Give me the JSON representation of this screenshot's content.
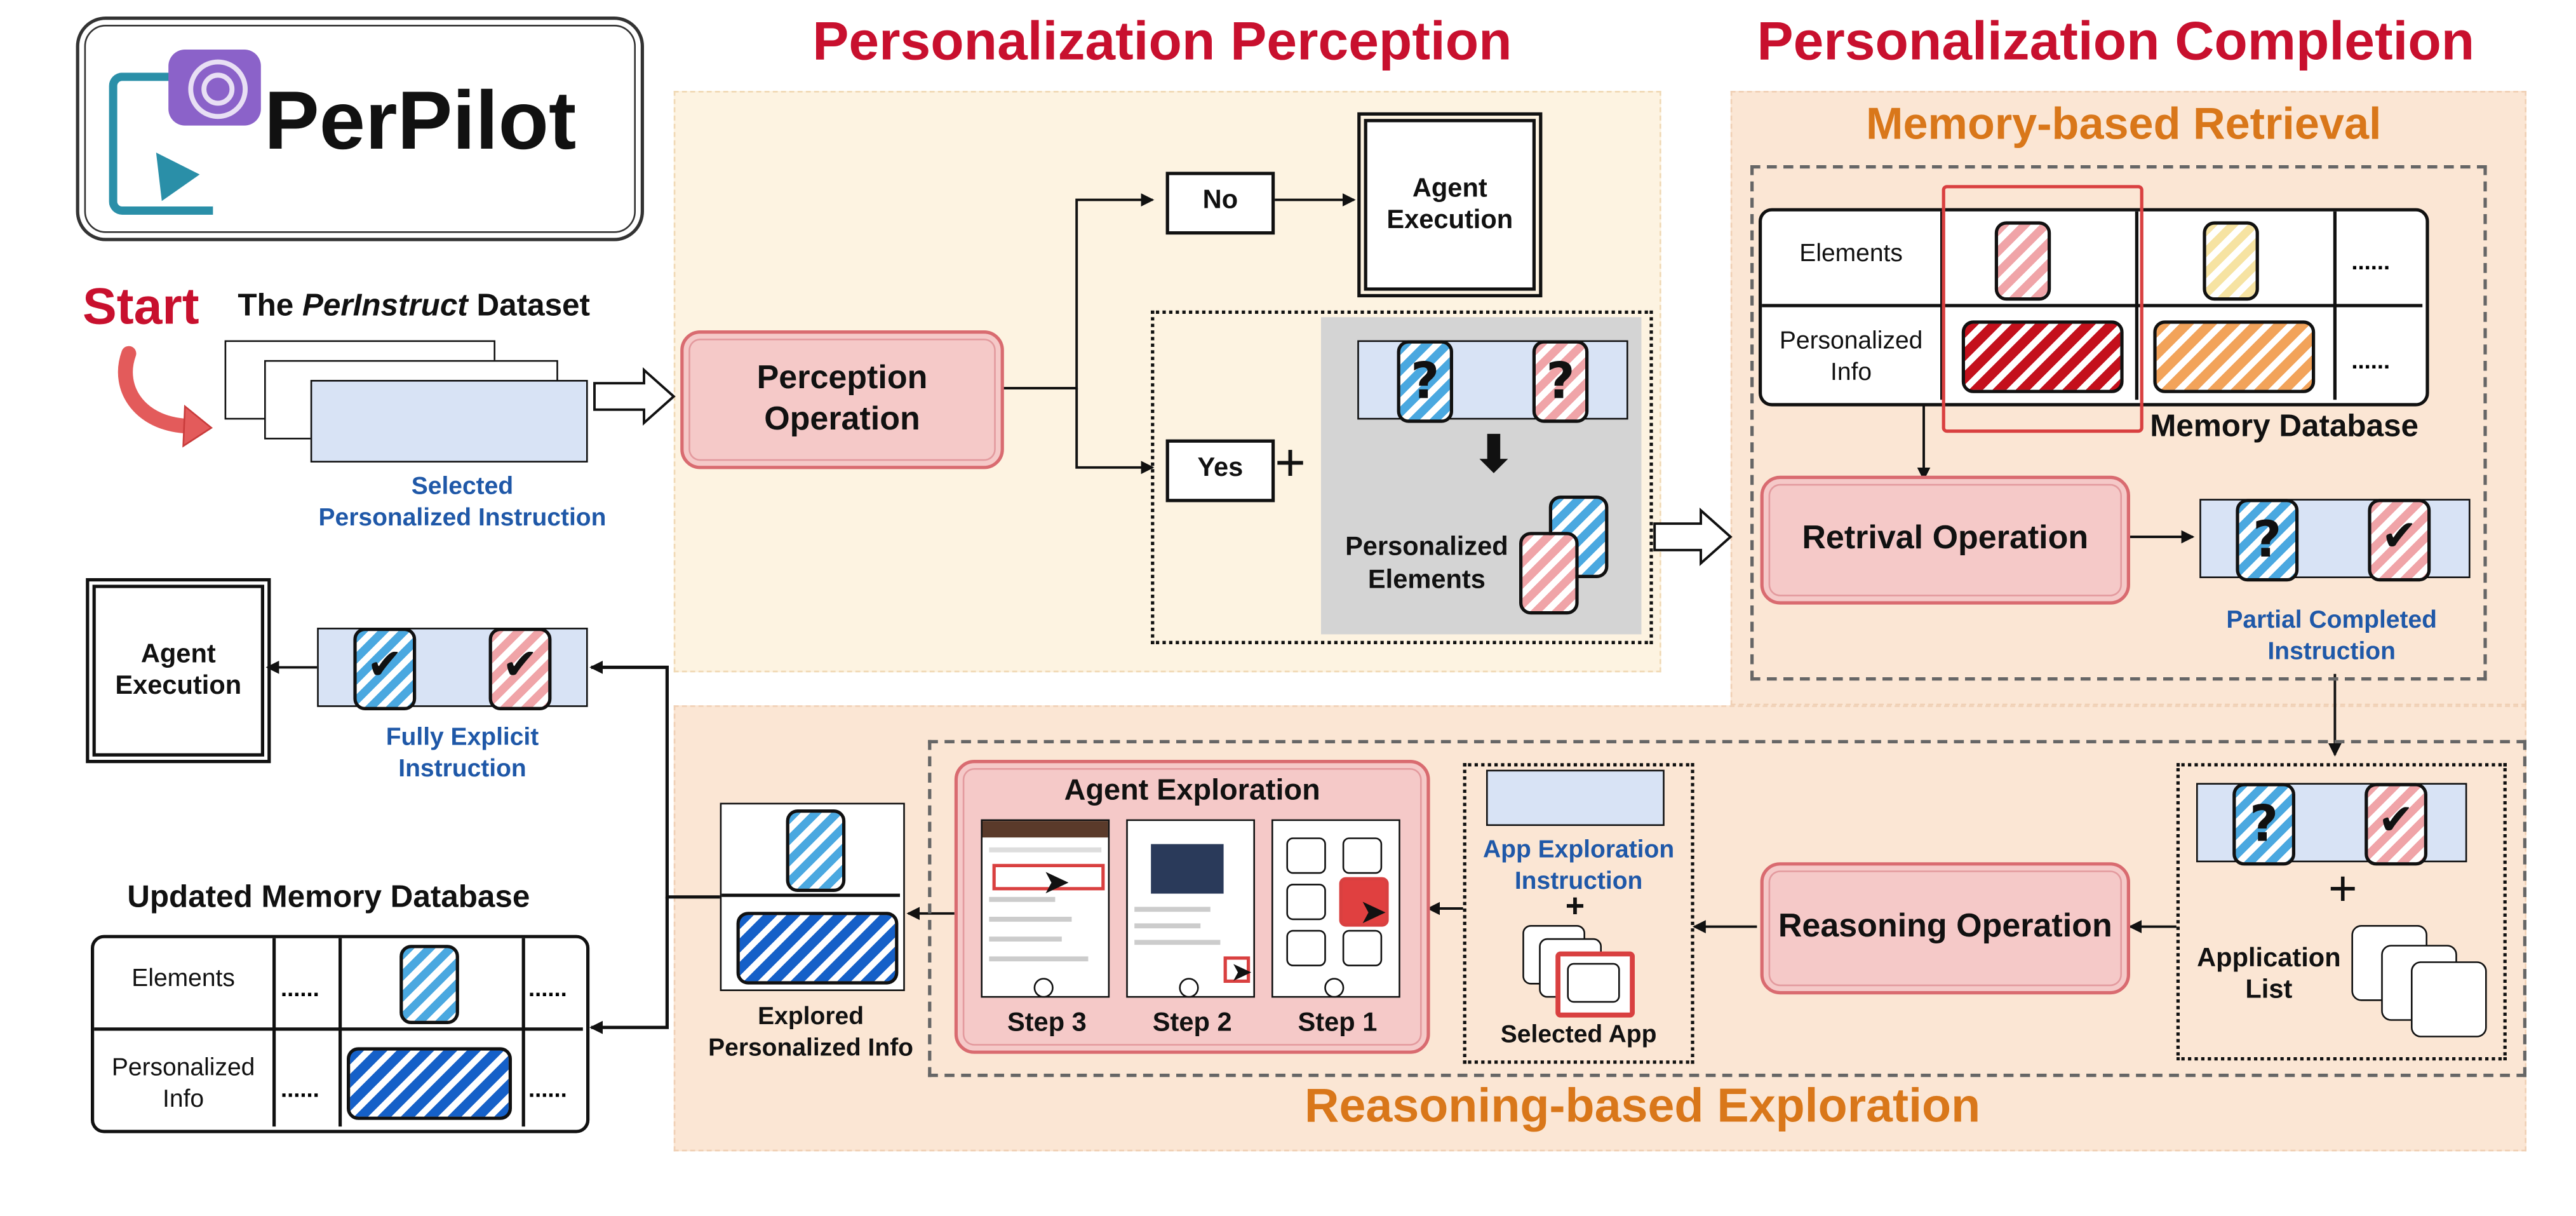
{
  "logo": {
    "name": "PerPilot"
  },
  "sections": {
    "perception_title": "Personalization Perception",
    "completion_title": "Personalization Completion",
    "retrieval_title": "Memory-based Retrieval",
    "exploration_title": "Reasoning-based Exploration"
  },
  "start": {
    "label": "Start",
    "dataset_prefix": "The ",
    "dataset_name": "PerInstruct",
    "dataset_suffix": " Dataset",
    "selected_line1": "Selected",
    "selected_line2": "Personalized Instruction"
  },
  "perception": {
    "operation_line1": "Perception",
    "operation_line2": "Operation",
    "no": "No",
    "yes": "Yes",
    "agent_exec_line1": "Agent",
    "agent_exec_line2": "Execution",
    "personalized_elements_line1": "Personalized",
    "personalized_elements_line2": "Elements"
  },
  "memory": {
    "row1": "Elements",
    "row2_line1": "Personalized",
    "row2_line2": "Info",
    "ellipsis": "......",
    "db_label": "Memory Database",
    "retrieval_op": "Retrival Operation",
    "partial_line1": "Partial Completed",
    "partial_line2": "Instruction"
  },
  "final": {
    "agent_exec_line1": "Agent",
    "agent_exec_line2": "Execution",
    "fully_line1": "Fully Explicit",
    "fully_line2": "Instruction",
    "updated_title": "Updated Memory Database",
    "row1": "Elements",
    "row2_line1": "Personalized",
    "row2_line2": "Info",
    "ellipsis": "......"
  },
  "exploration": {
    "agent_exploration": "Agent Exploration",
    "step3": "Step 3",
    "step2": "Step 2",
    "step1": "Step 1",
    "explored_line1": "Explored",
    "explored_line2": "Personalized Info",
    "app_instr_line1": "App Exploration",
    "app_instr_line2": "Instruction",
    "selected_app": "Selected App",
    "reasoning_op": "Reasoning Operation",
    "app_list_line1": "Application",
    "app_list_line2": "List",
    "plus": "+"
  },
  "glyphs": {
    "question": "?",
    "check": "✔"
  },
  "colors": {
    "title_red": "#c8102e",
    "title_orange": "#d9771a",
    "caption_blue": "#1f58a8",
    "panel_cream": "#fdf3e1",
    "panel_peach": "#fbe6d4",
    "op_pink": "#f5c9c8"
  }
}
